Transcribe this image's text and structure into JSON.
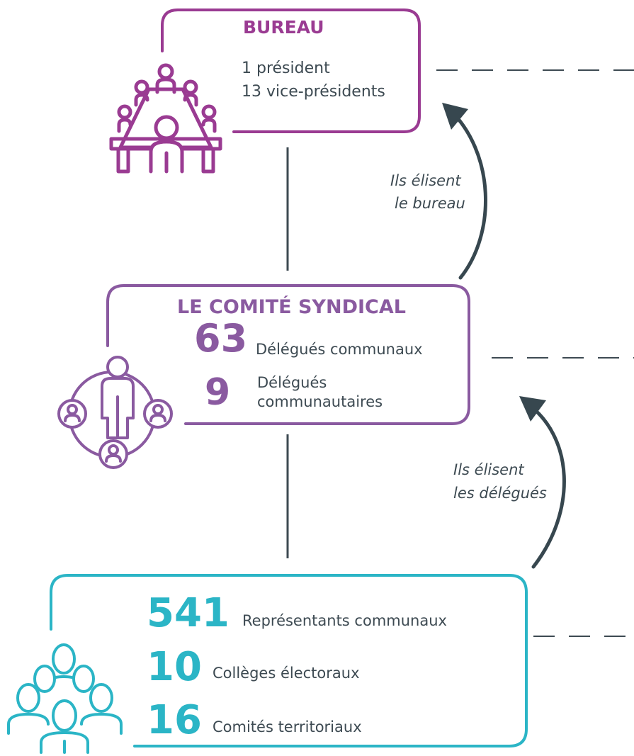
{
  "bureau": {
    "title": "BUREAU",
    "line1": "1 président",
    "line2": "13 vice-présidents",
    "icon": "meeting-table-icon",
    "color": "#9a3b92"
  },
  "arrow_top": {
    "line1": "Ils élisent",
    "line2": "le bureau"
  },
  "comite": {
    "title": "LE COMITÉ SYNDICAL",
    "count1": "63",
    "label1": "Délégués communaux",
    "count2": "9",
    "label2_line1": "Délégués",
    "label2_line2": "communautaires",
    "icon": "network-people-icon",
    "color": "#8a5aa0"
  },
  "arrow_bottom": {
    "line1": "Ils élisent",
    "line2": "les délégués"
  },
  "base": {
    "count1": "541",
    "label1": "Représentants communaux",
    "count2": "10",
    "label2": "Collèges électoraux",
    "count3": "16",
    "label3": "Comités territoriaux",
    "icon": "group-people-icon",
    "color": "#2bb5c6"
  },
  "colors": {
    "connector": "#3d4a52",
    "arrow": "#37474f"
  }
}
